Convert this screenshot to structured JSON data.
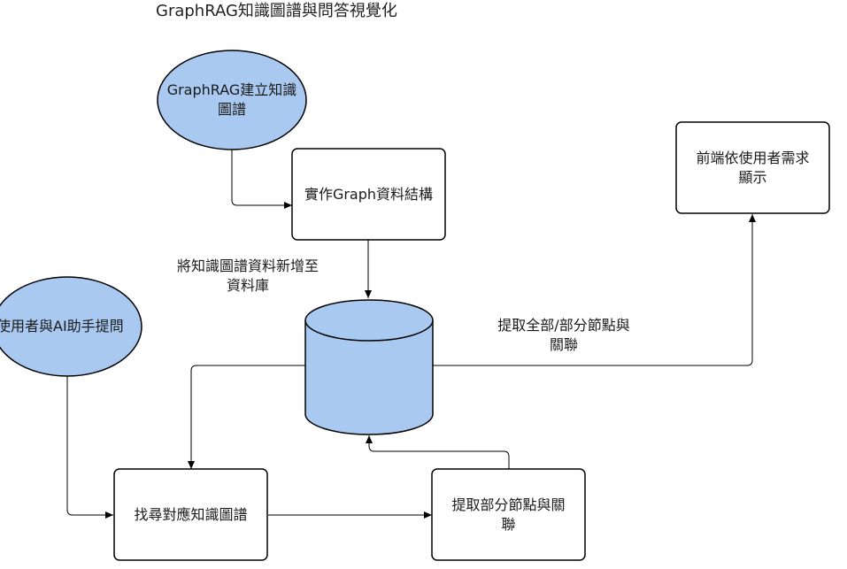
{
  "title": "GraphRAG知識圖譜與問答視覺化",
  "colors": {
    "ellipse_fill": "#a9c9f1",
    "cylinder_fill": "#a9c9f1",
    "stroke": "#000000",
    "background": "#ffffff"
  },
  "nodes": {
    "build_kg": {
      "line1": "GraphRAG建立知識",
      "line2": "圖譜"
    },
    "implement_graph": {
      "line1": "實作Graph資料結構"
    },
    "frontend_display": {
      "line1": "前端依使用者需求",
      "line2": "顯示"
    },
    "user_question": {
      "line1": "使用者與AI助手提問"
    },
    "find_kg": {
      "line1": "找尋對應知識圖譜"
    },
    "extract_partial": {
      "line1": "提取部分節點與關",
      "line2": "聯"
    },
    "database": {
      "label": ""
    }
  },
  "edge_labels": {
    "add_to_db": {
      "line1": "將知識圖譜資料新增至",
      "line2": "資料庫"
    },
    "extract_all": {
      "line1": "提取全部/部分節點與",
      "line2": "關聯"
    }
  }
}
